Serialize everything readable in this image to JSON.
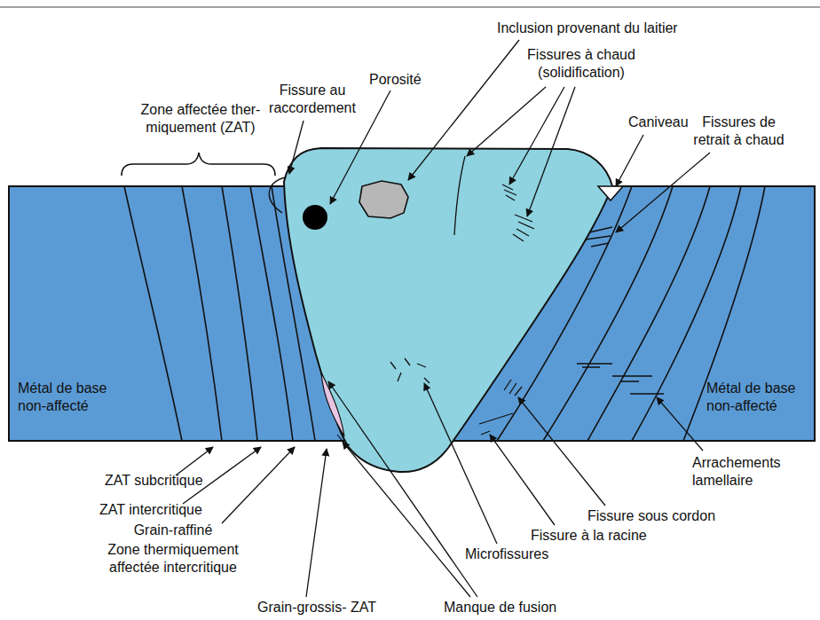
{
  "diagram": {
    "labels": [
      "Zone affectée ther- miquement (ZAT)",
      "Fissure au raccordement",
      "Porosité",
      "Inclusion provenant du laitier",
      "Fissures à chaud (solidification)",
      "Caniveau",
      "Fissures de retrait à chaud",
      "Métal de base non-affecté",
      "Métal de base non-affecté",
      "ZAT subcritique",
      "ZAT intercritique",
      "Grain-raffiné",
      "Zone thermiquement affectée intercritique",
      "Grain-grossis- ZAT",
      "Manque de fusion",
      "Microfissures",
      "Fissure à la racine",
      "Fissure sous cordon",
      "Arrachements lamellaire"
    ]
  }
}
